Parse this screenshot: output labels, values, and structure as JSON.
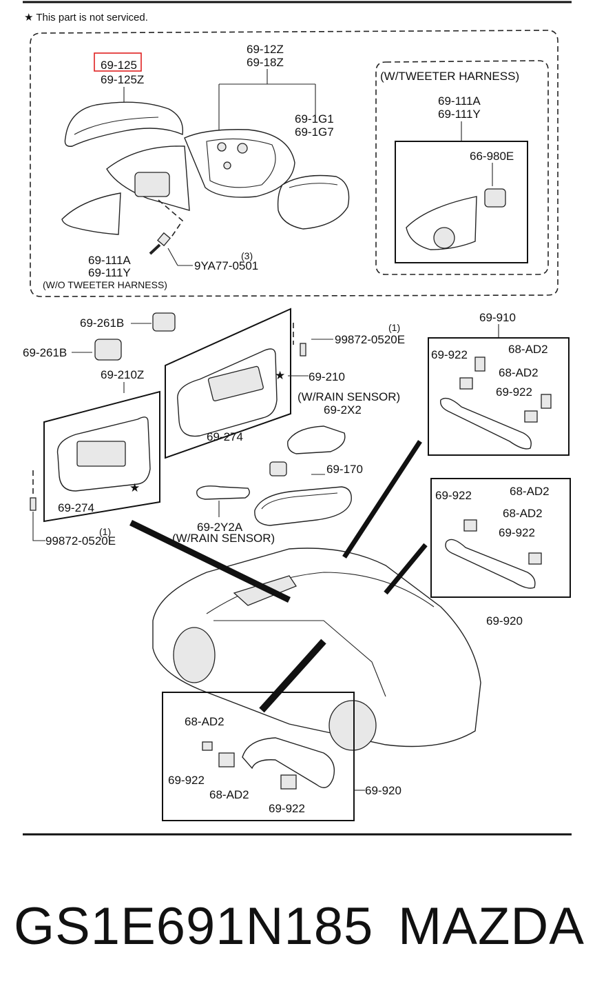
{
  "note": "★ This part is not serviced.",
  "mirror_section": {
    "highlighted_part": "69-125",
    "cover_alt": "69-125Z",
    "mirror_assy": [
      "69-12Z",
      "69-18Z"
    ],
    "glass": [
      "69-1G1",
      "69-1G7"
    ],
    "garnish": [
      "69-111A",
      "69-111Y"
    ],
    "bolt": "9YA77-0501",
    "bolt_qty": "(3)",
    "wo_tweeter": "(W/O TWEETER HARNESS)",
    "w_tweeter": "(W/TWEETER HARNESS)",
    "tweeter_garnish": [
      "69-111A",
      "69-111Y"
    ],
    "tweeter": "66-980E"
  },
  "interior_section": {
    "clip_a": "69-261B",
    "clip_b": "69-261B",
    "visor_left": "69-210Z",
    "visor_right": "69-210",
    "screw_right": "99872-0520E",
    "screw_right_qty": "(1)",
    "screw_left": "99872-0520E",
    "screw_left_qty": "(1)",
    "holder_left": "69-274",
    "holder_right": "69-274",
    "star": "★",
    "rain_sensor_1": "(W/RAIN SENSOR)",
    "rain_sensor_cover": "69-2X2",
    "mirror": "69-170",
    "sensor_cover_2": "69-2Y2A",
    "rain_sensor_2": "(W/RAIN SENSOR)",
    "grip_top": "69-910",
    "grip_mid": "69-920",
    "grip_bottom": "69-920",
    "cap": "69-922",
    "cap_2": "69-922",
    "clip": "68-AD2",
    "clip_2": "68-AD2"
  },
  "footer": {
    "part_number": "GS1E691N185",
    "brand": "MAZDA"
  }
}
